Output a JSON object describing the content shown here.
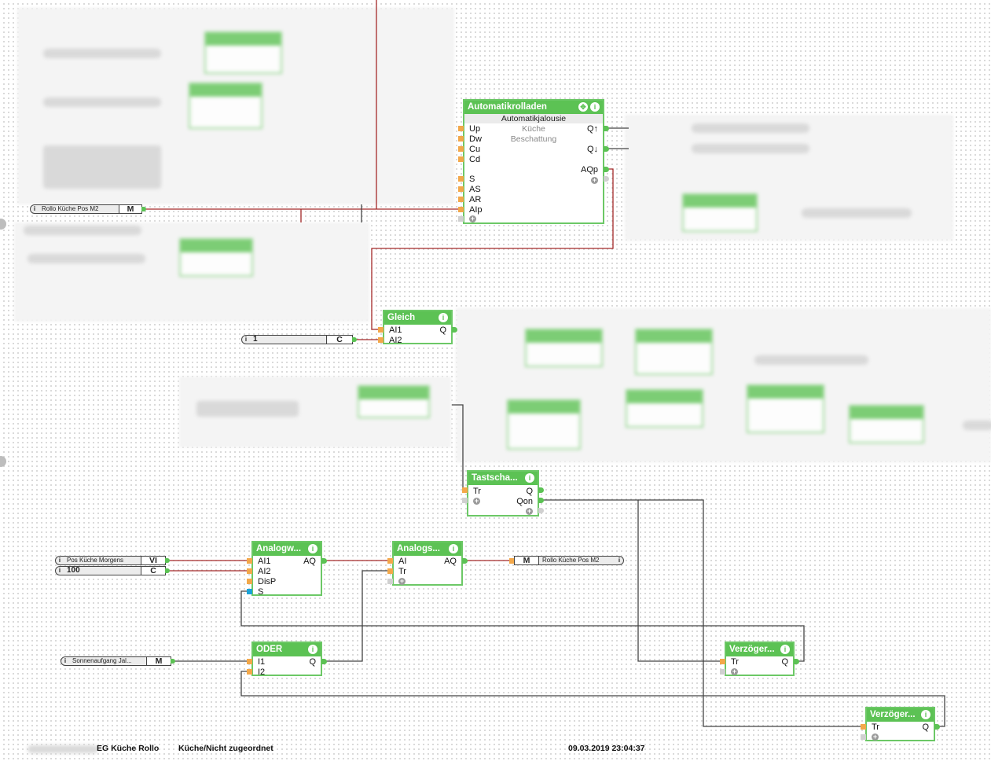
{
  "blocks": {
    "automatikrolladen": {
      "title": "Automatikrolladen",
      "subtitle": "Automatikjalousie",
      "grey_lines": [
        "Küche",
        "Beschattung"
      ],
      "inputs": [
        "Up",
        "Dw",
        "Cu",
        "Cd",
        "S",
        "AS",
        "AR",
        "AIp"
      ],
      "outputs": [
        "Q↑",
        "Q↓",
        "AQp"
      ],
      "move_icon": "move-icon",
      "info_icon": "i"
    },
    "gleich": {
      "title": "Gleich",
      "inputs": [
        "AI1",
        "AI2"
      ],
      "outputs": [
        "Q"
      ],
      "info_icon": "i"
    },
    "tastschalter": {
      "title": "Tastscha...",
      "inputs": [
        "Tr"
      ],
      "outputs": [
        "Q",
        "Qon"
      ],
      "info_icon": "i"
    },
    "analogwaehler": {
      "title": "Analogw...",
      "inputs": [
        "AI1",
        "AI2",
        "DisP",
        "S"
      ],
      "outputs": [
        "AQ"
      ],
      "info_icon": "i"
    },
    "analogspeicher": {
      "title": "Analogs...",
      "inputs": [
        "AI",
        "Tr"
      ],
      "outputs": [
        "AQ"
      ],
      "info_icon": "i"
    },
    "oder": {
      "title": "ODER",
      "inputs": [
        "I1",
        "I2"
      ],
      "outputs": [
        "Q"
      ],
      "info_icon": "i"
    },
    "verzoegerung1": {
      "title": "Verzöger...",
      "inputs": [
        "Tr"
      ],
      "outputs": [
        "Q"
      ],
      "info_icon": "i"
    },
    "verzoegerung2": {
      "title": "Verzöger...",
      "inputs": [
        "Tr"
      ],
      "outputs": [
        "Q"
      ],
      "info_icon": "i"
    }
  },
  "connectors": {
    "rollo_pos_m2_in": {
      "name": "Rollo Küche Pos M2",
      "type": "M",
      "info": "i"
    },
    "const_1": {
      "name": "1",
      "type": "C",
      "info": "i"
    },
    "pos_morgens": {
      "name": "Pos Küche Morgens",
      "type": "VI",
      "info": "i"
    },
    "const_100": {
      "name": "100",
      "type": "C",
      "info": "i"
    },
    "sonnenaufgang": {
      "name": "Sonnenaufgang Jal...",
      "type": "M",
      "info": "i"
    },
    "rollo_pos_m2_out": {
      "name": "Rollo Küche Pos M2",
      "type": "M",
      "info": "i"
    }
  },
  "status_bar": {
    "page_name": "EG Küche Rollo",
    "location": "Küche/Nicht zugeordnet",
    "timestamp": "09.03.2019 23:04:37"
  },
  "colors": {
    "block_header": "#5cc254",
    "block_border": "#6cc866",
    "input_port": "#f3a84a",
    "input_port_special": "#1aa3d8",
    "analog_wire": "#a52a2a",
    "digital_wire": "#444444"
  }
}
